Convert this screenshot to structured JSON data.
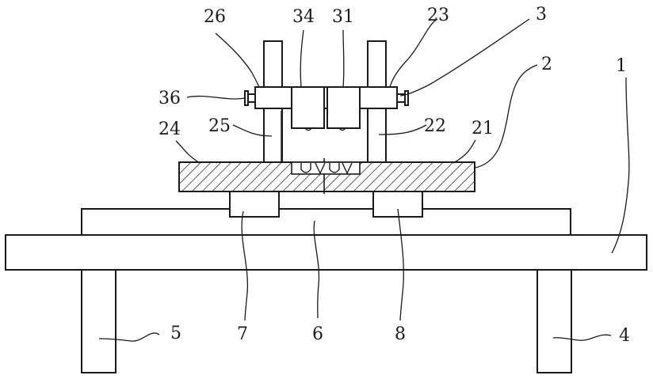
{
  "figure": {
    "labels": {
      "l1": "1",
      "l2": "2",
      "l3": "3",
      "l4": "4",
      "l5": "5",
      "l6": "6",
      "l7": "7",
      "l8": "8",
      "l21": "21",
      "l22": "22",
      "l23": "23",
      "l24": "24",
      "l25": "25",
      "l26": "26",
      "l31": "31",
      "l34": "34",
      "l36": "36"
    },
    "colors": {
      "ink": "#1a1a1a",
      "background": "#ffffff"
    }
  }
}
